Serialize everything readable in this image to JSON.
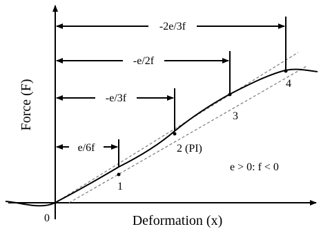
{
  "axes": {
    "x_label": "Deformation (x)",
    "y_label": "Force (F)",
    "origin_label": "0"
  },
  "dimensions": [
    {
      "label": "e/6f"
    },
    {
      "label": "-e/3f"
    },
    {
      "label": "-e/2f"
    },
    {
      "label": "-2e/3f"
    }
  ],
  "points": [
    {
      "label": "1"
    },
    {
      "label": "2 (PI)"
    },
    {
      "label": "3"
    },
    {
      "label": "4"
    }
  ],
  "condition": "e > 0: f < 0",
  "colors": {
    "ink": "#000000",
    "dashed": "#7a7a7a"
  }
}
